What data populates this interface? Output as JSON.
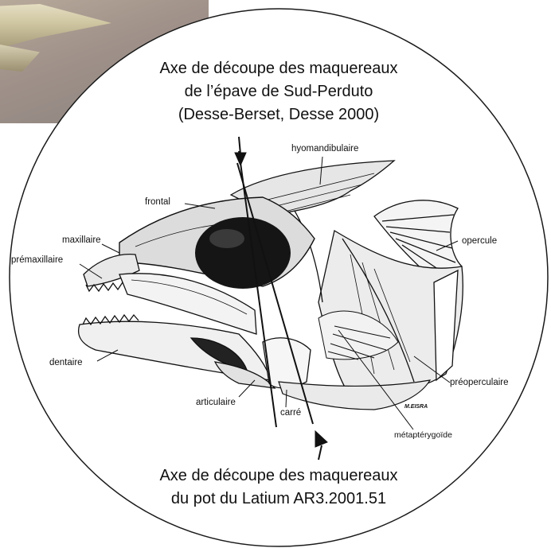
{
  "captions": {
    "top": [
      "Axe de découpe des maquereaux",
      "de l’épave  de Sud-Perduto",
      "(Desse-Berset, Desse 2000)"
    ],
    "bottom": [
      "Axe de découpe des maquereaux",
      "du pot du Latium AR3.2001.51"
    ]
  },
  "labels": {
    "hyomandibulaire": "hyomandibulaire",
    "frontal": "frontal",
    "maxillaire": "maxillaire",
    "premaxillaire": "prémaxillaire",
    "opercule": "opercule",
    "dentaire": "dentaire",
    "preoperculaire": "préoperculaire",
    "articulaire": "articulaire",
    "carre": "carré",
    "metapterygoide": "métaptérygoïde"
  },
  "signature": "M.EISRA",
  "colors": {
    "ink": "#111111",
    "circle": "#1a1a1a",
    "background": "#ffffff"
  }
}
